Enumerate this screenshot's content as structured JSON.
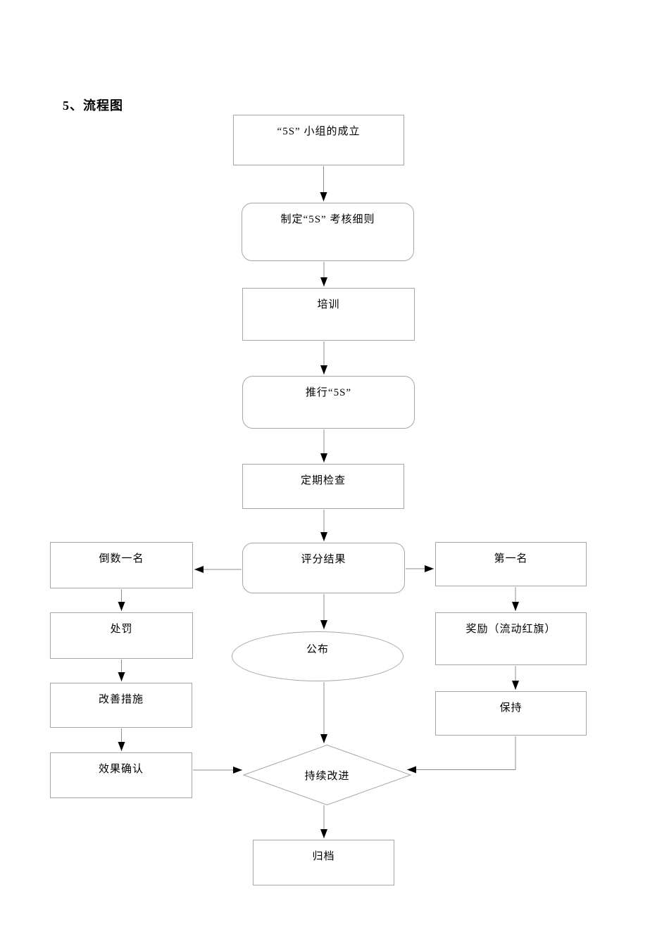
{
  "page": {
    "title": "5、流程图"
  },
  "flowchart": {
    "nodes": {
      "team_setup": "“5S” 小组的成立",
      "rules": "制定“5S” 考核细则",
      "training": "培训",
      "implement": "推行“5S”",
      "inspection": "定期检查",
      "score": "评分结果",
      "last_place": "倒数一名",
      "punishment": "处罚",
      "improvement": "改善措施",
      "confirm": "效果确认",
      "first_place": "第一名",
      "reward": "奖励（流动红旗）",
      "maintain": "保持",
      "announce": "公布",
      "continuous": "持续改进",
      "archive": "归档"
    },
    "colors": {
      "box_border": "#a6a6a6",
      "connector": "#8c8c8c",
      "arrowhead": "#000000",
      "text": "#000000",
      "background": "#ffffff"
    }
  }
}
